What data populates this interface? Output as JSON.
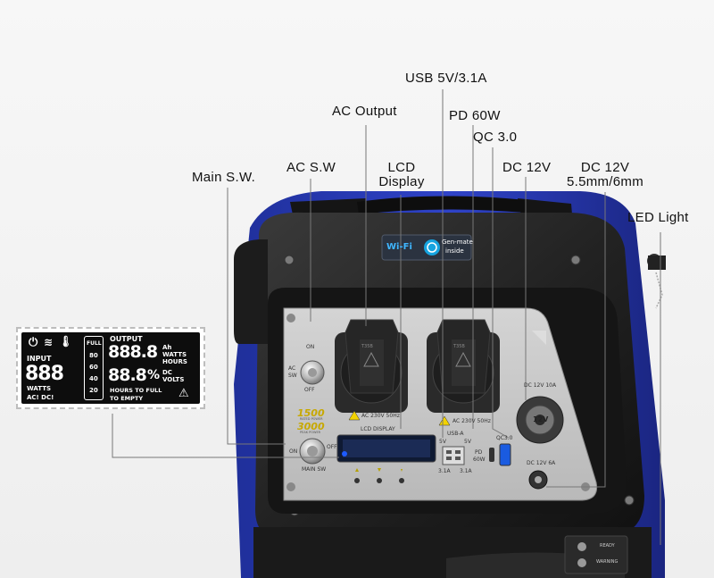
{
  "callouts": {
    "usb": "USB 5V/3.1A",
    "ac_output": "AC Output",
    "pd": "PD 60W",
    "qc": "QC 3.0",
    "main_sw": "Main S.W.",
    "ac_sw": "AC S.W",
    "lcd_line1": "LCD",
    "lcd_line2": "Display",
    "dc12": "DC 12V",
    "dc12b_line1": "DC 12V",
    "dc12b_line2": "5.5mm/6mm",
    "led": "LED Light"
  },
  "lcd": {
    "output": "OUTPUT",
    "input": "INPUT",
    "digits_big": "888.8",
    "digits_small": "888",
    "digits_pct": "88.8",
    "pct": "%",
    "ah": "Ah",
    "watts": "WATTS",
    "hours": "HOURS",
    "dc": "DC",
    "volts": "VOLTS",
    "watts_small": "WATTS",
    "acdc": "AC! DC!",
    "hours_full": "HOURS TO FULL",
    "to_empty": "TO EMPTY",
    "full": "FULL",
    "levels": [
      "80",
      "60",
      "40",
      "20"
    ]
  },
  "badge": {
    "wifi": "Wi-Fi",
    "genmate_1": "Gen-mate",
    "genmate_2": "inside"
  },
  "panel": {
    "on": "ON",
    "off": "OFF",
    "ac": "AC",
    "sw": "SW",
    "main_sw": "MAIN SW",
    "model_1": "1500",
    "model_1_sub": "RATED POWER",
    "model_2": "3000",
    "model_2_sub": "PEAK POWER",
    "lcd_display": "LCD DISPLAY",
    "ac_label_1": "AC 230V 50Hz",
    "ac_label_2": "AC 230V 50Hz",
    "usb_a": "USB-A",
    "usb_5v_a": "5V",
    "usb_5v_b": "5V",
    "usb_31_a": "3.1A",
    "usb_31_b": "3.1A",
    "pd": "PD",
    "pd_60w": "60W",
    "qc": "QC3.0",
    "dc_10a": "DC 12V 10A",
    "dc_12v": "12V",
    "dc_6a": "DC 12V 6A",
    "ready": "READY",
    "warning": "WARNING",
    "socket_label": "T35B"
  }
}
